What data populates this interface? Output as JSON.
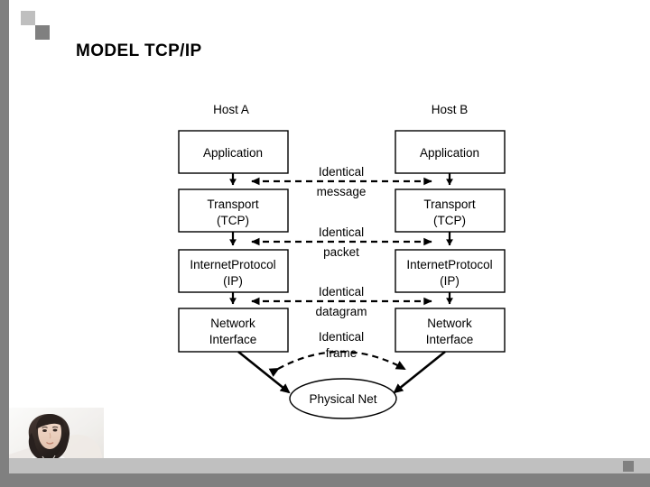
{
  "slide": {
    "title": "MODEL TCP/IP",
    "background_color": "#ffffff",
    "accent_color": "#808080",
    "accent_light_color": "#bfbfbf"
  },
  "diagram": {
    "hosts": [
      {
        "label": "Host A",
        "side": "left"
      },
      {
        "label": "Host B",
        "side": "right"
      }
    ],
    "layers": [
      {
        "line1": "Application",
        "line2": ""
      },
      {
        "line1": "Transport",
        "line2": "(TCP)"
      },
      {
        "line1": "InternetProtocol",
        "line2": "(IP)"
      },
      {
        "line1": "Network",
        "line2": "Interface"
      }
    ],
    "left_stack": [
      {
        "line1": "Application",
        "line2": ""
      },
      {
        "line1": "Transport",
        "line2": "(TCP)"
      },
      {
        "line1": "InternetProtocol",
        "line2": "(IP)"
      },
      {
        "line1": "Network",
        "line2": "Interface"
      }
    ],
    "right_stack": [
      {
        "line1": "Application",
        "line2": ""
      },
      {
        "line1": "Transport",
        "line2": "(TCP)"
      },
      {
        "line1": "InternetProtocol",
        "line2": "(IP)"
      },
      {
        "line1": "Network",
        "line2": "Interface"
      }
    ],
    "peer_links": [
      {
        "line1": "Identical",
        "line2": "message",
        "style": "dashed-straight"
      },
      {
        "line1": "Identical",
        "line2": "packet",
        "style": "dashed-straight"
      },
      {
        "line1": "Identical",
        "line2": "datagram",
        "style": "dashed-straight"
      },
      {
        "line1": "Identical",
        "line2": "frame",
        "style": "dashed-curved"
      }
    ],
    "physical_net": {
      "label": "Physical Net"
    }
  }
}
